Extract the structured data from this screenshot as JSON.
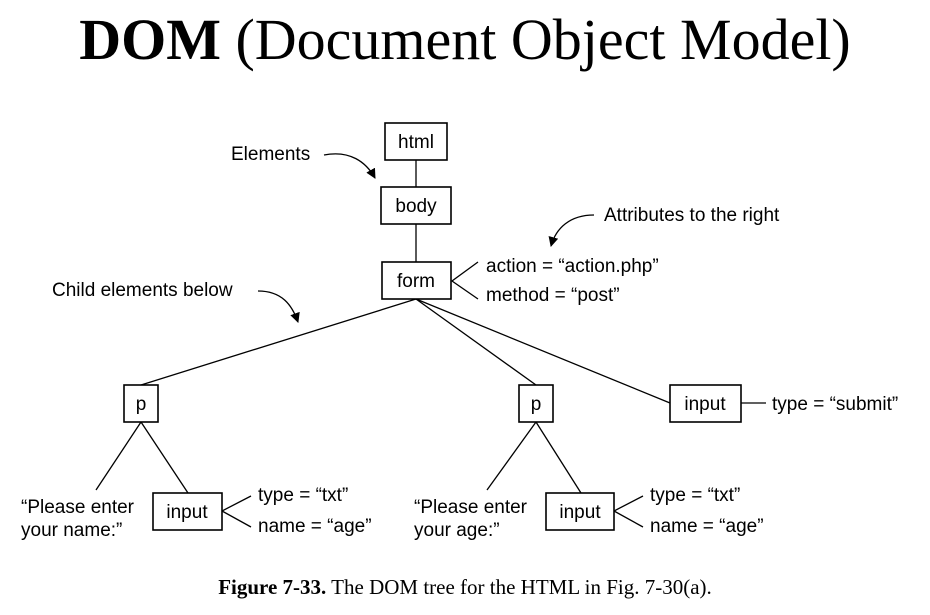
{
  "title": {
    "bold": "DOM",
    "rest": " (Document Object Model)"
  },
  "nodes": {
    "html": "html",
    "body": "body",
    "form": "form",
    "p1": "p",
    "p2": "p",
    "input_submit": "input",
    "input1": "input",
    "input2": "input"
  },
  "attributes": {
    "form_action": "action = “action.php”",
    "form_method": "method = “post”",
    "submit_type": "type = “submit”",
    "input1_type": "type = “txt”",
    "input1_name": "name = “age”",
    "input2_type": "type = “txt”",
    "input2_name": "name = “age”"
  },
  "texts": {
    "p1_line1": "“Please enter",
    "p1_line2": "your name:”",
    "p2_line1": "“Please enter",
    "p2_line2": "your age:”"
  },
  "annotations": {
    "elements": "Elements",
    "attributes": "Attributes to the right",
    "children": "Child elements below"
  },
  "caption": {
    "label": "Figure 7-33.",
    "text": "  The DOM tree for the HTML in Fig. 7-30(a)."
  }
}
